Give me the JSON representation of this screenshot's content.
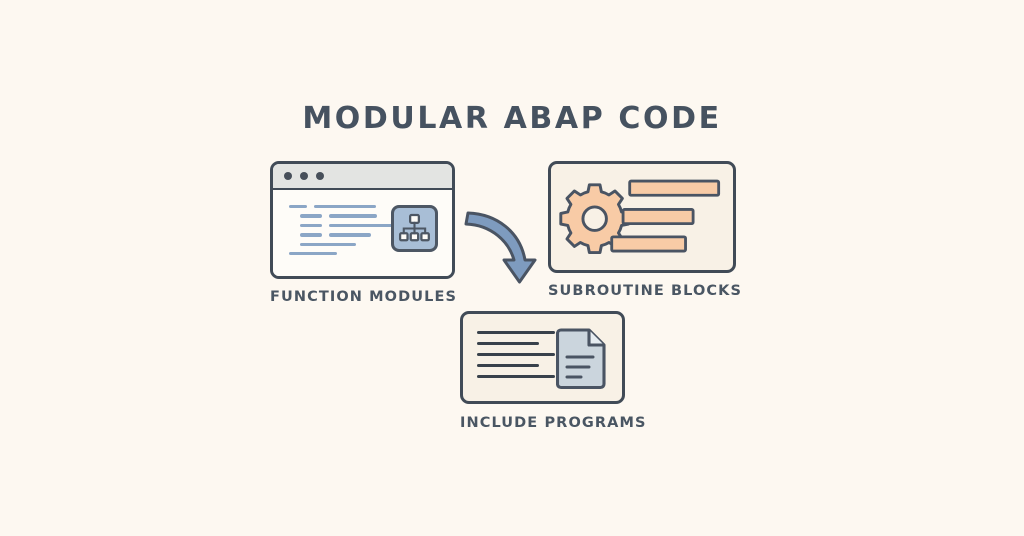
{
  "page": {
    "title": "MODULAR ABAP CODE",
    "background_color": "#FDF8F1",
    "title_color": "#465260"
  },
  "diagram_data": {
    "type": "diagram",
    "title": "MODULAR ABAP CODE",
    "nodes": [
      {
        "id": "function-modules",
        "label": "FUNCTION MODULES",
        "icon": "browser-window-with-hierarchy-icon",
        "accent_color": "#8BA6C6",
        "card_fill": "#FEFCF8",
        "outline_color": "#414B57"
      },
      {
        "id": "subroutine-blocks",
        "label": "SUBROUTINE BLOCKS",
        "icon": "gear-with-bars-icon",
        "accent_color": "#F8CBA6",
        "card_fill": "#F8F1E6",
        "outline_color": "#414B57"
      },
      {
        "id": "include-programs",
        "label": "INCLUDE PROGRAMS",
        "icon": "document-with-lines-icon",
        "accent_color": "#CBD5DD",
        "card_fill": "#F8F1E6",
        "outline_color": "#414B57"
      }
    ],
    "edges": [
      {
        "from": "function-modules",
        "to": "include-programs",
        "style": "curved-arrow",
        "color": "#7E9BBF"
      }
    ]
  },
  "cards": {
    "function_modules": {
      "label": "FUNCTION MODULES",
      "window_dots": 3,
      "code_rows": [
        [
          18,
          62
        ],
        [
          22,
          48
        ],
        [
          22,
          72
        ],
        [
          22,
          42
        ],
        [
          56
        ],
        [
          48
        ]
      ]
    },
    "subroutine_blocks": {
      "label": "SUBROUTINE BLOCKS",
      "gear_teeth": 9,
      "bars": [
        {
          "width": 94,
          "fill": "#F8CBA6"
        },
        {
          "width": 74,
          "fill": "#F8CBA6"
        },
        {
          "width": 78,
          "fill": "#F8CBA6"
        }
      ]
    },
    "include_programs": {
      "label": "INCLUDE PROGRAMS",
      "text_lines": [
        78,
        62,
        78,
        62,
        78
      ],
      "doc_inner_lines": 3
    }
  }
}
